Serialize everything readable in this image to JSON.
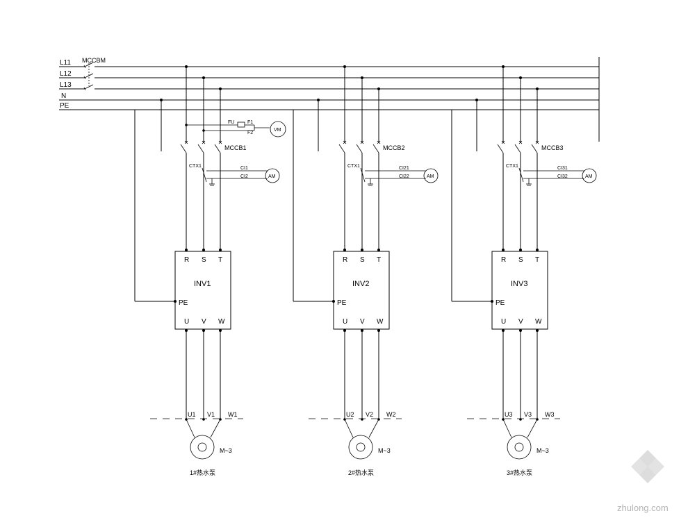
{
  "bus": {
    "lines": [
      "L11",
      "L12",
      "L13",
      "N",
      "PE"
    ],
    "main_breaker": "MCCBM"
  },
  "voltmeter": {
    "label": "VM",
    "fuse_label": "FU",
    "tap1": "F1",
    "tap2": "F2"
  },
  "drives": [
    {
      "breaker": "MCCB1",
      "ct": "CTX1",
      "ct_out1": "CI1",
      "ct_out2": "CI2",
      "ammeter": "AM",
      "inverter": "INV1",
      "in_terms": [
        "R",
        "S",
        "T"
      ],
      "pe": "PE",
      "out_terms": [
        "U",
        "V",
        "W"
      ],
      "motor_terms": [
        "U1",
        "V1",
        "W1"
      ],
      "motor": "M~3",
      "pump": "1#热水泵"
    },
    {
      "breaker": "MCCB2",
      "ct": "CTX1",
      "ct_out1": "CI21",
      "ct_out2": "CI22",
      "ammeter": "AM",
      "inverter": "INV2",
      "in_terms": [
        "R",
        "S",
        "T"
      ],
      "pe": "PE",
      "out_terms": [
        "U",
        "V",
        "W"
      ],
      "motor_terms": [
        "U2",
        "V2",
        "W2"
      ],
      "motor": "M~3",
      "pump": "2#热水泵"
    },
    {
      "breaker": "MCCB3",
      "ct": "CTX1",
      "ct_out1": "CI31",
      "ct_out2": "CI32",
      "ammeter": "AM",
      "inverter": "INV3",
      "in_terms": [
        "R",
        "S",
        "T"
      ],
      "pe": "PE",
      "out_terms": [
        "U",
        "V",
        "W"
      ],
      "motor_terms": [
        "U3",
        "V3",
        "W3"
      ],
      "motor": "M~3",
      "pump": "3#热水泵"
    }
  ],
  "watermark": {
    "text": "zhulong.com"
  }
}
